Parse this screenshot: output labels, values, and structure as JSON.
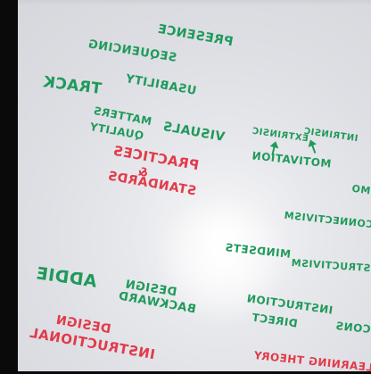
{
  "colors": {
    "board": "#e4e5e9",
    "frame": "#0a0a0a",
    "green": "#1f9a5a",
    "red": "#e23a4a"
  },
  "words": {
    "presence": "PRESENCE",
    "sequencing": "SEQUENCING",
    "track": "TRACK",
    "usability": "USABILITY",
    "matters": "MATTERS",
    "quality": "QUALITY",
    "visuals": "VISUALS",
    "extrinsic": "EXTRINSIC",
    "intrinsic": "INTRINSIC",
    "motivation": "MOTIVATION",
    "practices": "PRACTICES",
    "ampersand": "&",
    "standards": "STANDARDS",
    "connectivism": "CONNECTIVISM",
    "mindsets": "MINDSETS",
    "constructivism": "CONSTRUCTIVISM",
    "addie": "ADDIE",
    "design_1": "DESIGN",
    "backward": "BACKWARD",
    "instruction": "INSTRUCTION",
    "direct": "DIRECT",
    "design_2": "DESIGN",
    "instructional": "INSTRUCTIONAL",
    "learning_theory": "LEARNING THEORY",
    "mo": "MO",
    "cons": "CONS"
  }
}
